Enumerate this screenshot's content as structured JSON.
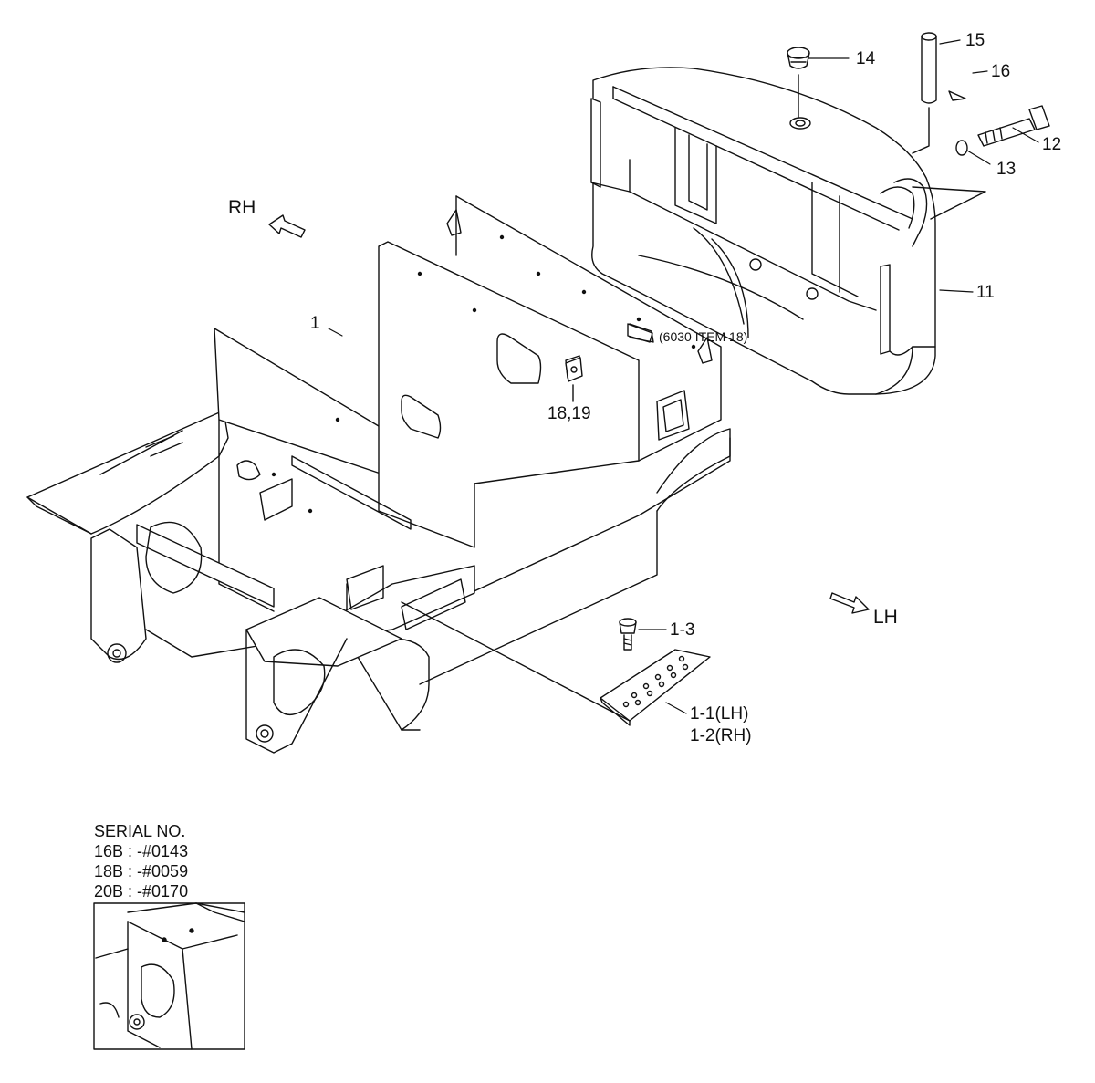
{
  "direction_labels": {
    "rh": "RH",
    "lh": "LH"
  },
  "callouts": {
    "c1": "1",
    "c1_1": "1-1(LH)",
    "c1_2": "1-2(RH)",
    "c1_3": "1-3",
    "c11": "11",
    "c12": "12",
    "c13": "13",
    "c14": "14",
    "c15": "15",
    "c16": "16",
    "c18_19": "18,19",
    "ref_note": "(6030 ITEM 18)"
  },
  "serial": {
    "title": "SERIAL NO.",
    "rows": [
      "16B : -#0143",
      "18B : -#0059",
      "20B : -#0170"
    ]
  },
  "colors": {
    "line": "#111111",
    "background": "#ffffff"
  }
}
